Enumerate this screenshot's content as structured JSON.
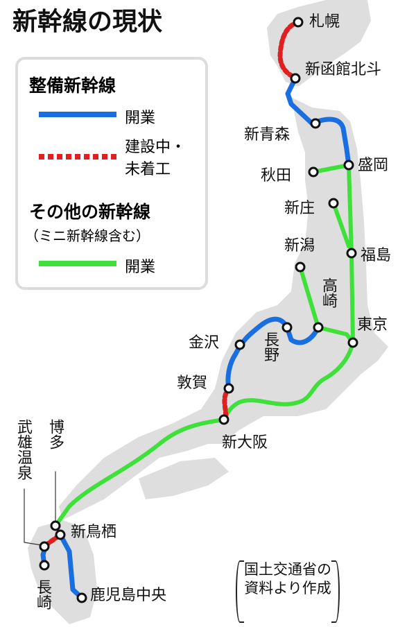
{
  "title": "新幹線の現状",
  "legend": {
    "group1_title": "整備新幹線",
    "group1_items": [
      {
        "label": "開業",
        "color": "#1a6fe0",
        "style": "solid"
      },
      {
        "label": "建設中・\n未着工",
        "line1": "建設中・",
        "line2": "未着工",
        "color": "#e02020",
        "style": "dashed"
      }
    ],
    "group2_title": "その他の新幹線",
    "group2_subtitle": "（ミニ新幹線含む）",
    "group2_items": [
      {
        "label": "開業",
        "color": "#3ee03a",
        "style": "solid"
      }
    ]
  },
  "stations": {
    "sapporo": "札幌",
    "shin_hakodate_hokuto": "新函館北斗",
    "shin_aomori": "新青森",
    "morioka": "盛岡",
    "akita": "秋田",
    "shinjo": "新庄",
    "fukushima": "福島",
    "niigata": "新潟",
    "takasaki": "高崎",
    "tokyo": "東京",
    "nagano": "長野",
    "kanazawa": "金沢",
    "tsuruga": "敦賀",
    "shin_osaka": "新大阪",
    "hakata": "博多",
    "takeo_onsen": "武雄温泉",
    "shin_tosu": "新鳥栖",
    "nagasaki": "長崎",
    "kagoshima_chuo": "鹿児島中央"
  },
  "source": {
    "line1": "国土交通省の",
    "line2": "資料より作成"
  },
  "colors": {
    "land": "#dedede",
    "seibi_open": "#1a6fe0",
    "construction": "#e02020",
    "other_open": "#3ee03a"
  }
}
